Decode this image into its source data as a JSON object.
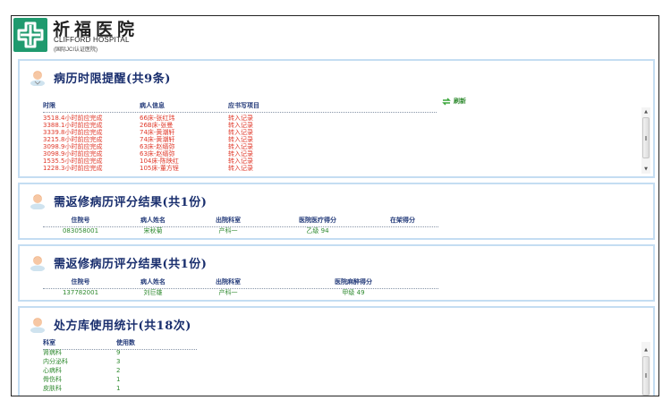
{
  "header": {
    "brand_cn": "祈福医院",
    "brand_en": "CLIFFORD HOSPITAL",
    "brand_sub": "(国际JCI认证医院)",
    "logo_color": "#1f9a6e"
  },
  "panels": {
    "deadline": {
      "title": "病历时限提醒(共9条)",
      "refresh_label": "刷新",
      "columns": [
        "时限",
        "病人信息",
        "应书写项目"
      ],
      "rows": [
        {
          "time": "3518.4小时前应完成",
          "patient": "66床-张红玮",
          "item": "转入记录"
        },
        {
          "time": "3388.1小时前应完成",
          "patient": "26B床-张曼",
          "item": "转入记录"
        },
        {
          "time": "3339.8小时前应完成",
          "patient": "74床-黄潮轩",
          "item": "转入记录"
        },
        {
          "time": "3215.8小时前应完成",
          "patient": "74床-黄潮轩",
          "item": "转入记录"
        },
        {
          "time": "3098.9小时前应完成",
          "patient": "63床-赵缙弥",
          "item": "转入记录"
        },
        {
          "time": "3098.9小时前应完成",
          "patient": "63床-赵缙弥",
          "item": "转入记录"
        },
        {
          "time": "1535.5小时前应完成",
          "patient": "104床-陈映红",
          "item": "转入记录"
        },
        {
          "time": "1228.3小时前应完成",
          "patient": "105床-董方锃",
          "item": "转入记录"
        }
      ],
      "text_color": "#e03a2b"
    },
    "return1": {
      "title": "需返修病历评分结果(共1份)",
      "columns": [
        "住院号",
        "病人姓名",
        "出院科室",
        "医院医疗得分",
        "在架得分"
      ],
      "rows": [
        {
          "id": "083058001",
          "name": "宋秋菊",
          "dept": "产科一",
          "score": "乙级 94",
          "shelf": ""
        }
      ]
    },
    "return2": {
      "title": "需返修病历评分结果(共1份)",
      "columns": [
        "住院号",
        "病人姓名",
        "出院科室",
        "医院麻醉得分"
      ],
      "rows": [
        {
          "id": "137782001",
          "name": "刘巨雄",
          "dept": "产科一",
          "score": "甲级 49"
        }
      ]
    },
    "prescription": {
      "title": "处方库使用统计(共18次)",
      "columns": [
        "科室",
        "使用数"
      ],
      "rows": [
        {
          "dept": "肾病科",
          "count": "9"
        },
        {
          "dept": "内分泌科",
          "count": "3"
        },
        {
          "dept": "心病科",
          "count": "2"
        },
        {
          "dept": "骨伤科",
          "count": "1"
        },
        {
          "dept": "皮肤科",
          "count": "1"
        }
      ]
    }
  },
  "colors": {
    "panel_border": "#c4ddf2",
    "title": "#1a2f6e",
    "header_text": "#243b7a",
    "green_text": "#2f8a2f"
  }
}
